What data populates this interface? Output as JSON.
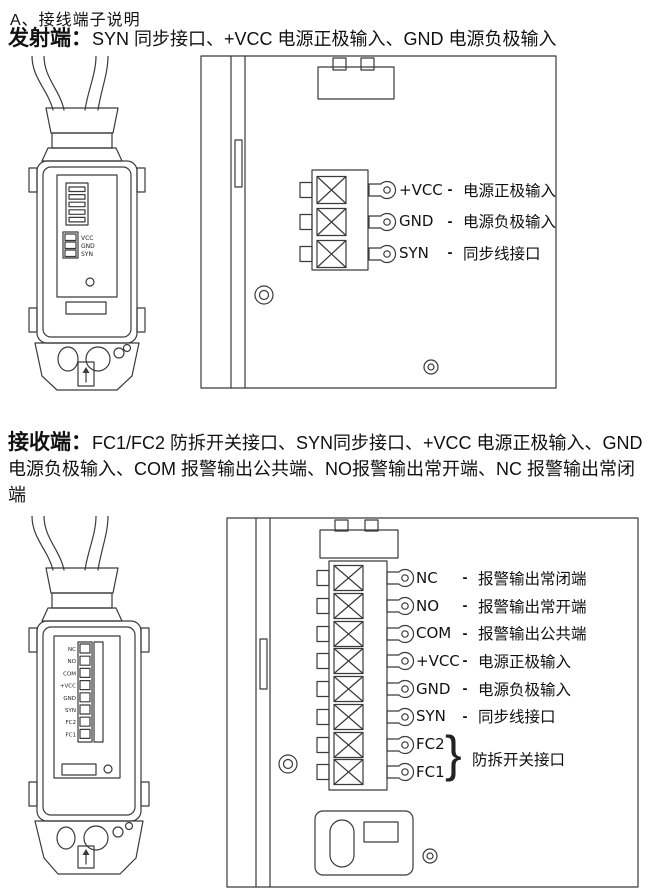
{
  "title": "A、接线端子说明",
  "transmitter": {
    "heading_lead": "发射端：",
    "heading_rest": "SYN 同步接口、+VCC 电源正极输入、GND 电源负极输入",
    "device_labels": [
      "VCC",
      "GND",
      "SYN"
    ],
    "terminals": [
      {
        "name": "+VCC",
        "sep": "-",
        "desc": "电源正极输入"
      },
      {
        "name": "GND",
        "sep": "-",
        "desc": "电源负极输入"
      },
      {
        "name": "SYN",
        "sep": "-",
        "desc": "同步线接口"
      }
    ]
  },
  "receiver": {
    "heading_lead": "接收端：",
    "heading_rest": "FC1/FC2 防拆开关接口、SYN同步接口、+VCC 电源正极输入、GND 电源负极输入、COM 报警输出公共端、NO报警输出常开端、NC 报警输出常闭端",
    "device_labels": [
      "NC",
      "NO",
      "COM",
      "+VCC",
      "GND",
      "SYN",
      "FC2",
      "FC1"
    ],
    "terminals": [
      {
        "name": "NC",
        "sep": "-",
        "desc": "报警输出常闭端"
      },
      {
        "name": "NO",
        "sep": "-",
        "desc": "报警输出常开端"
      },
      {
        "name": "COM",
        "sep": "-",
        "desc": "报警输出公共端"
      },
      {
        "name": "+VCC",
        "sep": "-",
        "desc": "电源正极输入"
      },
      {
        "name": "GND",
        "sep": "-",
        "desc": "电源负极输入"
      },
      {
        "name": "SYN",
        "sep": "-",
        "desc": "同步线接口"
      },
      {
        "name": "FC2",
        "sep": "",
        "desc": ""
      },
      {
        "name": "FC1",
        "sep": "",
        "desc": ""
      }
    ],
    "fc_brace": "}",
    "fc_group_desc": "防拆开关接口"
  }
}
